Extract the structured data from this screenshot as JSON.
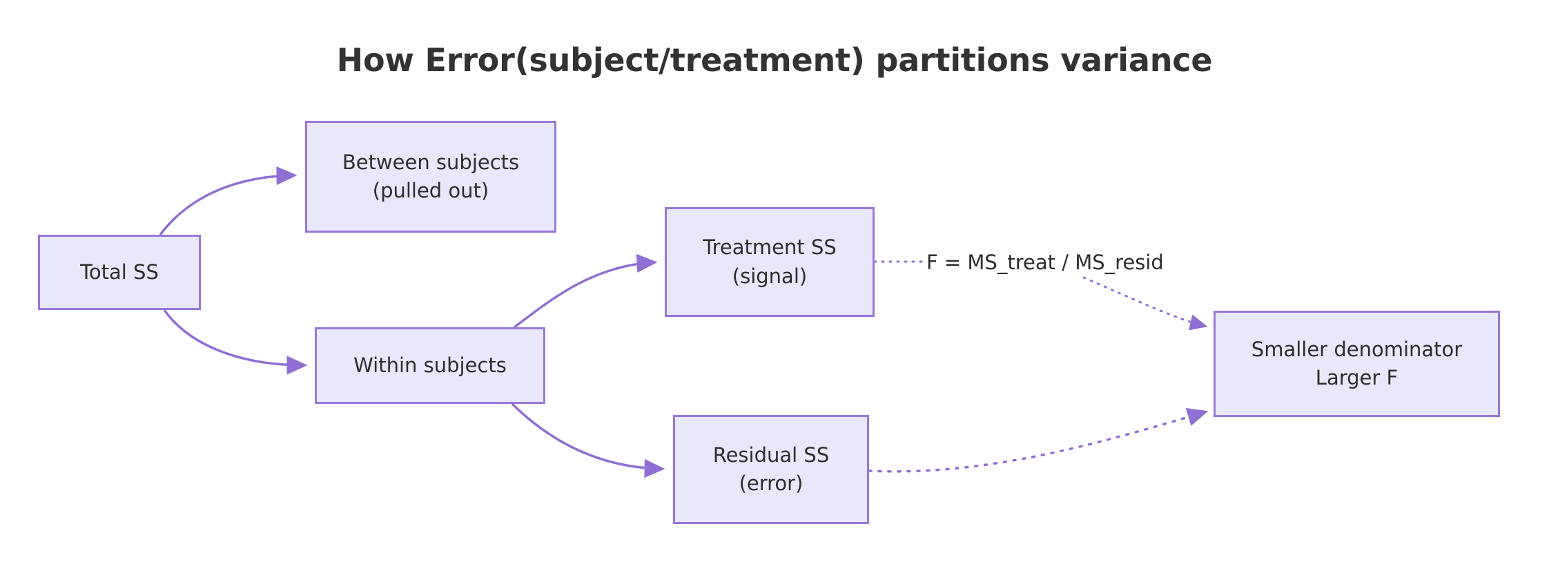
{
  "title": "How Error(subject/treatment) partitions variance",
  "colors": {
    "node_fill": "#e9e8fb",
    "node_border": "#9878d8",
    "edge": "#8f6fd4",
    "text": "#2d2d2d",
    "title": "#333333",
    "background": "#ffffff"
  },
  "nodes": {
    "total": {
      "line1": "Total SS",
      "line2": ""
    },
    "between": {
      "line1": "Between subjects",
      "line2": "(pulled out)"
    },
    "within": {
      "line1": "Within subjects",
      "line2": ""
    },
    "treatment": {
      "line1": "Treatment SS",
      "line2": "(signal)"
    },
    "residual": {
      "line1": "Residual SS",
      "line2": "(error)"
    },
    "denominator": {
      "line1": "Smaller denominator",
      "line2": "Larger F"
    }
  },
  "edges": [
    {
      "from": "total",
      "to": "between",
      "style": "solid",
      "label": ""
    },
    {
      "from": "total",
      "to": "within",
      "style": "solid",
      "label": ""
    },
    {
      "from": "within",
      "to": "treatment",
      "style": "solid",
      "label": ""
    },
    {
      "from": "within",
      "to": "residual",
      "style": "solid",
      "label": ""
    },
    {
      "from": "treatment",
      "to": "denominator",
      "style": "dotted",
      "label": "F = MS_treat / MS_resid"
    },
    {
      "from": "residual",
      "to": "denominator",
      "style": "dotted",
      "label": ""
    }
  ],
  "edge_labels": {
    "f_ratio": "F = MS_treat / MS_resid"
  }
}
